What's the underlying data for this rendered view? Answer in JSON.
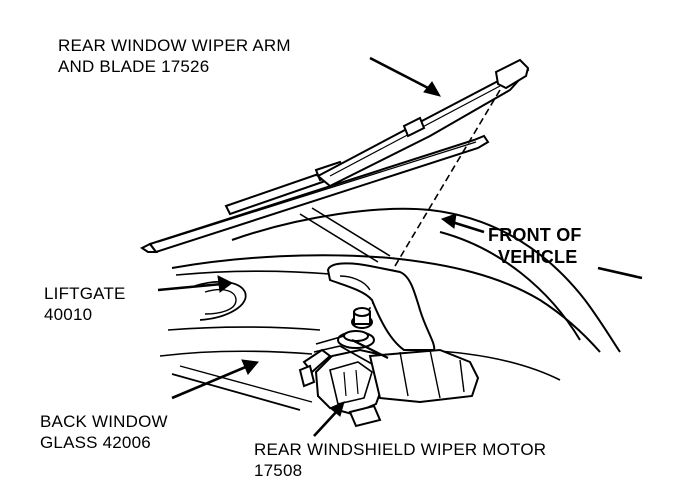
{
  "labels": {
    "wiper_arm": {
      "line1": "REAR WINDOW WIPER ARM",
      "line2": "AND BLADE 17526"
    },
    "front_of_vehicle": {
      "line1": "FRONT OF",
      "line2": "VEHICLE"
    },
    "liftgate": {
      "line1": "LIFTGATE",
      "line2": "40010"
    },
    "back_window": {
      "line1": "BACK WINDOW",
      "line2": "GLASS 42006"
    },
    "wiper_motor": {
      "line1": "REAR WINDSHIELD WIPER MOTOR",
      "line2": "17508"
    }
  },
  "colors": {
    "ink": "#000000",
    "paper": "#ffffff"
  }
}
